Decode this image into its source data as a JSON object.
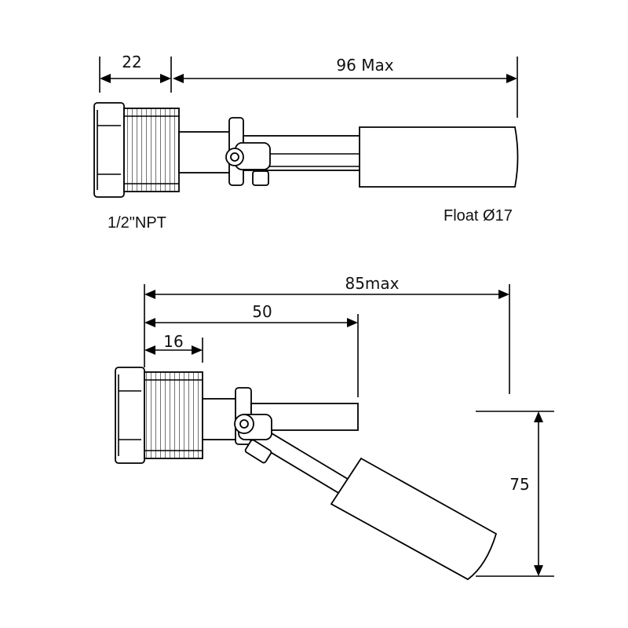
{
  "top_view": {
    "dimensions": {
      "thread_length": "22",
      "total_length": "96 Max"
    },
    "labels": {
      "thread": "1/2\"NPT",
      "float": "Float Ø17"
    }
  },
  "bottom_view": {
    "dimensions": {
      "max_length": "85max",
      "stem_length": "50",
      "thread_length": "16",
      "drop_height": "75"
    }
  }
}
